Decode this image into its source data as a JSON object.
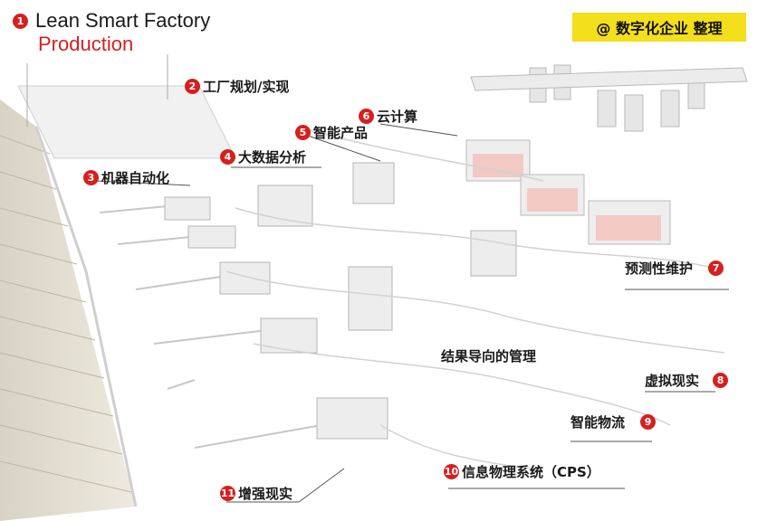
{
  "header": {
    "number": "1",
    "title": "Lean Smart Factory",
    "subtitle": "Production"
  },
  "badge": {
    "text": "@ 数字化企业 整理"
  },
  "labels": [
    {
      "number": "2",
      "text": "工厂规划/实现"
    },
    {
      "number": "3",
      "text": "机器自动化"
    },
    {
      "number": "4",
      "text": "大数据分析"
    },
    {
      "number": "5",
      "text": "智能产品"
    },
    {
      "number": "6",
      "text": "云计算"
    },
    {
      "number": "7",
      "text": "预测性维护"
    },
    {
      "number": "8",
      "text": "虚拟现实"
    },
    {
      "number": "9",
      "text": "智能物流"
    },
    {
      "number": "10",
      "text": "信息物理系统（CPS）"
    },
    {
      "number": "11",
      "text": "增强现实"
    }
  ],
  "center_label": {
    "text": "结果导向的管理"
  },
  "colors": {
    "accent_red": "#d6201e",
    "badge_yellow": "#f3df1b"
  }
}
